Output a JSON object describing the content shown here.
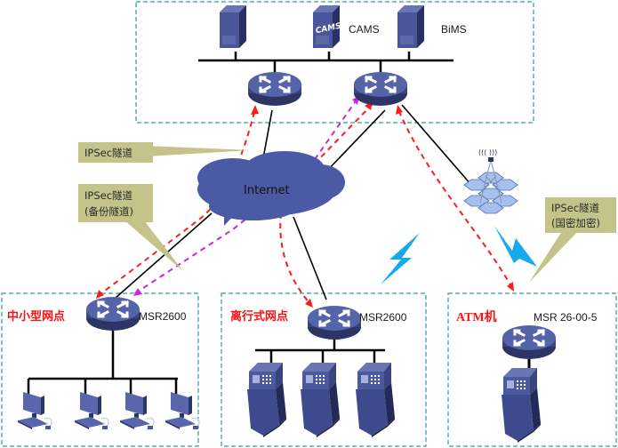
{
  "title": "IPSec VPN bank branch network topology",
  "headquarters": {
    "servers": [
      {
        "id": "server-1",
        "label": ""
      },
      {
        "id": "cams-server",
        "label": "CAMS",
        "badge": "CAMS"
      },
      {
        "id": "bims-server",
        "label": "BiMS"
      }
    ],
    "routers": [
      {
        "id": "hq-router-1"
      },
      {
        "id": "hq-router-2"
      }
    ]
  },
  "internet": {
    "label": "Internet"
  },
  "callouts": [
    {
      "id": "ipsec-tunnel",
      "lines": [
        "IPSec隧道"
      ]
    },
    {
      "id": "ipsec-backup-tunnel",
      "lines": [
        "IPSec隧道",
        "(备份隧道)"
      ]
    },
    {
      "id": "ipsec-sm-crypto-tunnel",
      "lines": [
        "IPSec隧道",
        "(国密加密)"
      ]
    }
  ],
  "sites": [
    {
      "id": "small-medium-branch",
      "title": "中小型网点",
      "router_label": "MSR2600",
      "endpoint_type": "pc",
      "endpoint_count": 4
    },
    {
      "id": "offline-branch",
      "title": "离行式网点",
      "router_label": "MSR2600",
      "endpoint_type": "atm",
      "endpoint_count": 3
    },
    {
      "id": "atm-site",
      "title": "ATM机",
      "router_label": "MSR 26-00-5",
      "endpoint_type": "atm",
      "endpoint_count": 1
    }
  ],
  "colors": {
    "box_border": "#2a9d9a",
    "device_blue": "#4b5a9c",
    "device_dark": "#2d3566",
    "cloud": "#4a5aa4",
    "tunnel_primary": "#ff1a1a",
    "tunnel_backup": "#d020e0",
    "callout": "#c4c48a",
    "wireless": "#15aaee",
    "site_title": "#ff1010"
  },
  "legend_semantics": {
    "red_dashed": "IPSec隧道",
    "magenta_dashed": "IPSec隧道(备份隧道)",
    "black_solid": "physical link"
  }
}
